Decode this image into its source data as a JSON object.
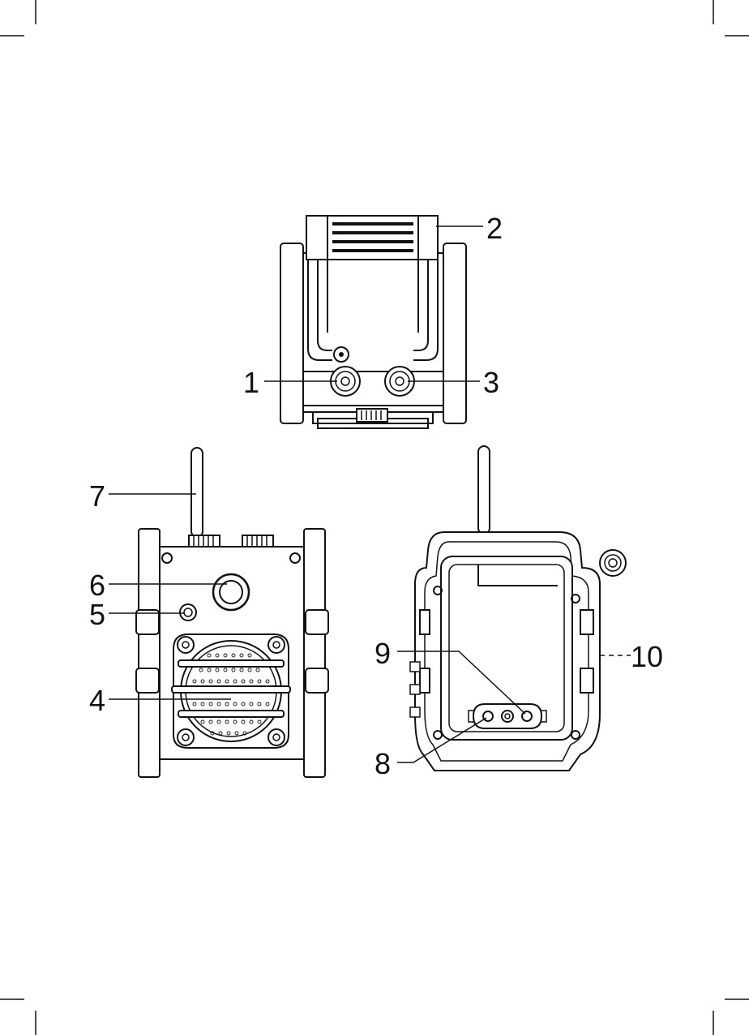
{
  "figure": {
    "callouts": [
      {
        "id": "1",
        "label": "1"
      },
      {
        "id": "2",
        "label": "2"
      },
      {
        "id": "3",
        "label": "3"
      },
      {
        "id": "4",
        "label": "4"
      },
      {
        "id": "5",
        "label": "5"
      },
      {
        "id": "6",
        "label": "6"
      },
      {
        "id": "7",
        "label": "7"
      },
      {
        "id": "8",
        "label": "8"
      },
      {
        "id": "9",
        "label": "9"
      },
      {
        "id": "10",
        "label": "10"
      }
    ],
    "colors": {
      "ink": "#111111",
      "paper": "#ffffff"
    }
  }
}
